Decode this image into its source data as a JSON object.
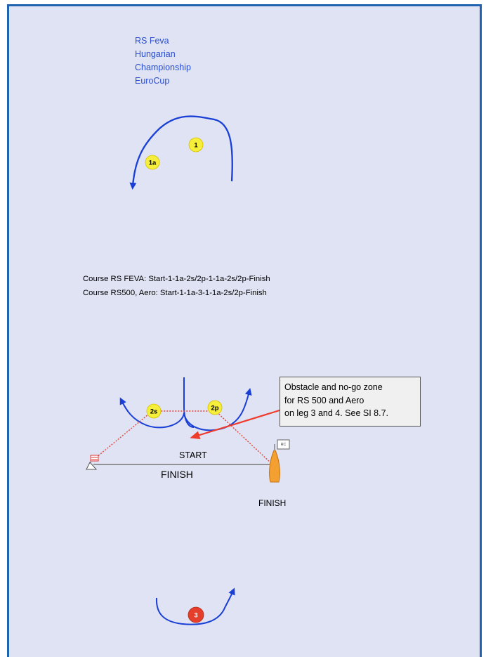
{
  "event": {
    "lines": [
      "RS Feva",
      "Hungarian",
      "Championship",
      "EuroCup"
    ]
  },
  "courses": {
    "feva": "Course RS FEVA: Start-1-1a-2s/2p-1-1a-2s/2p-Finish",
    "rs500_aero": "Course RS500, Aero: Start-1-1a-3-1-1a-2s/2p-Finish"
  },
  "callout": {
    "lines": [
      "Obstacle and no-go zone",
      "for RS 500 and Aero",
      "on leg 3 and 4. See SI 8.7."
    ]
  },
  "marks": {
    "mark_1": "1",
    "mark_1a": "1a",
    "mark_2s": "2s",
    "mark_2p": "2p",
    "mark_3": "3"
  },
  "labels": {
    "start": "START",
    "finish_line": "FINISH",
    "finish_boat": "FINISH",
    "committee_flag": "RC"
  },
  "colors": {
    "background": "#dfe3f3",
    "frame": "#1f62b0",
    "course_arrow": "#1a3fd6",
    "mark_yellow": "#f5ee3a",
    "mark_red": "#e53e2a",
    "zone_line": "#e0463a",
    "committee_boat": "#f4a030",
    "title_text": "#2b4fd0"
  }
}
